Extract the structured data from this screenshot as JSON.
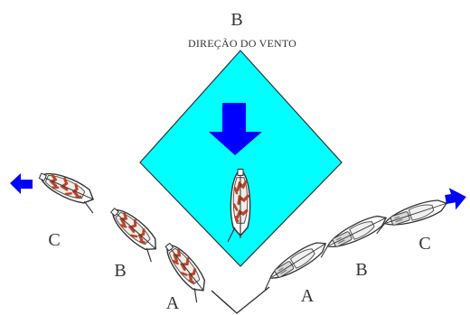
{
  "labels": {
    "top": "B",
    "wind_direction": "DIREÇÃO DO VENTO",
    "left_c": "C",
    "left_b": "B",
    "left_a": "A",
    "right_a": "A",
    "right_b": "B",
    "right_c": "C"
  },
  "colors": {
    "zone_fill": "#00ffff",
    "wind_arrow": "#0000ff",
    "sail_stain": "#b8442a",
    "ink": "#333333"
  },
  "icons": {
    "wind_arrow": "arrow-down-icon",
    "left_heading": "arrow-left-icon",
    "right_heading": "arrow-right-icon",
    "boat": "sailboat-icon"
  }
}
